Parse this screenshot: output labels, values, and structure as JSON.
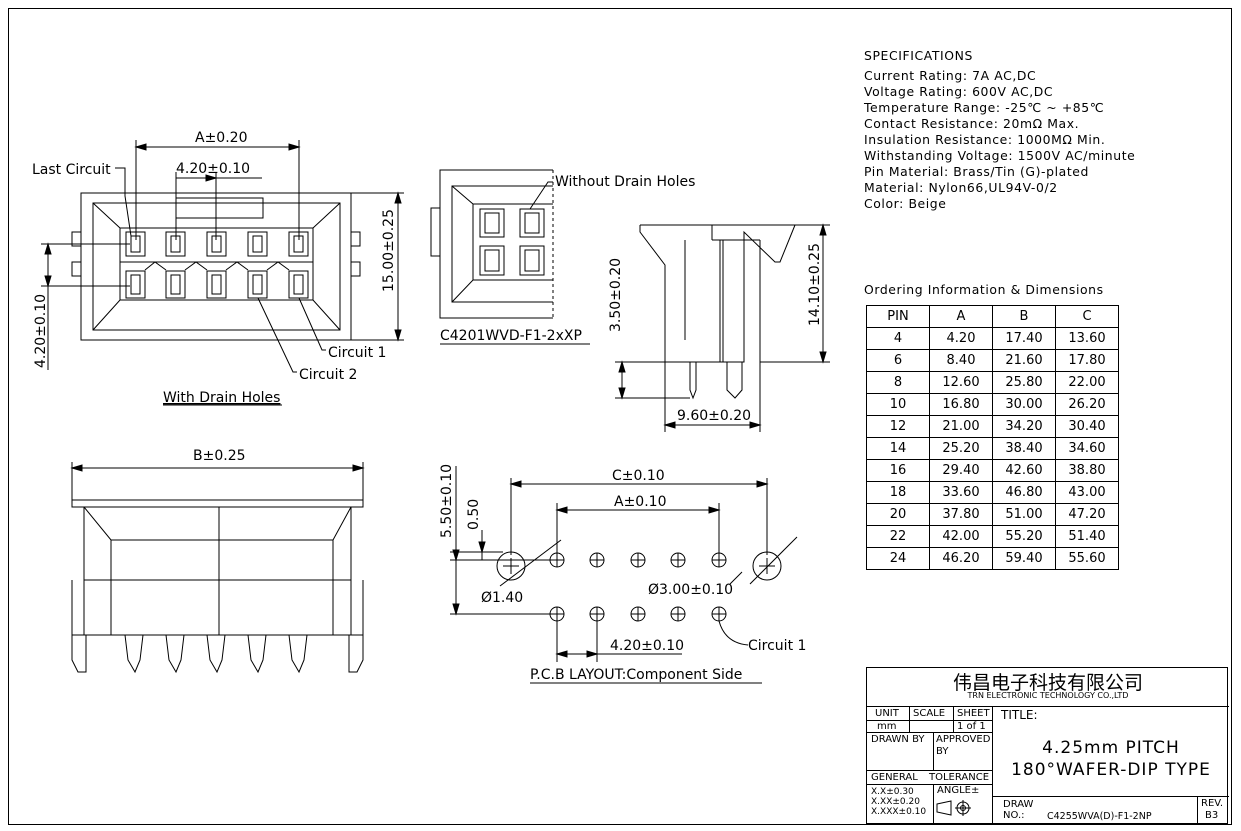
{
  "labels": {
    "last_circuit": "Last Circuit",
    "a_020": "A±0.20",
    "pitch_010": "4.20±0.10",
    "dim_1500": "15.00±0.25",
    "dim_420_010": "4.20±0.10",
    "circuit1": "Circuit 1",
    "circuit2": "Circuit 2",
    "with_drain": "With Drain Holes",
    "without_drain": "Without Drain Holes",
    "part_c4201": "C4201WVD-F1-2xXP",
    "dim_350": "3.50±0.20",
    "dim_1410": "14.10±0.25",
    "dim_960": "9.60±0.20",
    "b_025": "B±0.25",
    "c_010": "C±0.10",
    "a_010": "A±0.10",
    "dim_550": "5.50±0.10",
    "dim_050": "0.50",
    "dia_140": "Ø1.40",
    "dia_300": "Ø3.00±0.10",
    "pcb_pitch": "4.20±0.10",
    "pcb_circuit1": "Circuit 1",
    "pcb_layout": "P.C.B LAYOUT:Component Side"
  },
  "specifications": {
    "heading": "SPECIFICATIONS",
    "lines": [
      "Current Rating:  7A  AC,DC",
      "Voltage Rating:  600V  AC,DC",
      "Temperature Range:  -25℃ ~ +85℃",
      "Contact Resistance:  20mΩ  Max.",
      "Insulation Resistance:  1000MΩ  Min.",
      "Withstanding Voltage:  1500V  AC/minute",
      "Pin Material:  Brass/Tin (G)-plated",
      "Material:  Nylon66,UL94V-0/2",
      "Color:  Beige"
    ]
  },
  "ordering": {
    "heading": "Ordering Information & Dimensions",
    "columns": [
      "PIN",
      "A",
      "B",
      "C"
    ],
    "rows": [
      [
        "4",
        "4.20",
        "17.40",
        "13.60"
      ],
      [
        "6",
        "8.40",
        "21.60",
        "17.80"
      ],
      [
        "8",
        "12.60",
        "25.80",
        "22.00"
      ],
      [
        "10",
        "16.80",
        "30.00",
        "26.20"
      ],
      [
        "12",
        "21.00",
        "34.20",
        "30.40"
      ],
      [
        "14",
        "25.20",
        "38.40",
        "34.60"
      ],
      [
        "16",
        "29.40",
        "42.60",
        "38.80"
      ],
      [
        "18",
        "33.60",
        "46.80",
        "43.00"
      ],
      [
        "20",
        "37.80",
        "51.00",
        "47.20"
      ],
      [
        "22",
        "42.00",
        "55.20",
        "51.40"
      ],
      [
        "24",
        "46.20",
        "59.40",
        "55.60"
      ]
    ]
  },
  "title_block": {
    "company_cn": "伟昌电子科技有限公司",
    "company_en": "TRN ELECTRONIC TECHNOLOGY CO.,LTD",
    "unit": "UNIT",
    "scale": "SCALE",
    "sheet": "SHEET",
    "unit_val": "mm",
    "sheet_val": "1 of 1",
    "title_label": "TITLE:",
    "drawn_by": "DRAWN BY",
    "approved_by": "APPROVED BY",
    "title_line1": "4.25mm PITCH",
    "title_line2": "180°WAFER-DIP TYPE",
    "general": "GENERAL",
    "tolerance": "TOLERANCE",
    "tol1": "X.X±0.30",
    "tol2": "X.XX±0.20",
    "tol3": "X.XXX±0.10",
    "angle": "ANGLE±",
    "draw_no_label": "DRAW NO.:",
    "draw_no": "C4255WVA(D)-F1-2NP",
    "rev_label": "REV.",
    "rev": "B3"
  }
}
